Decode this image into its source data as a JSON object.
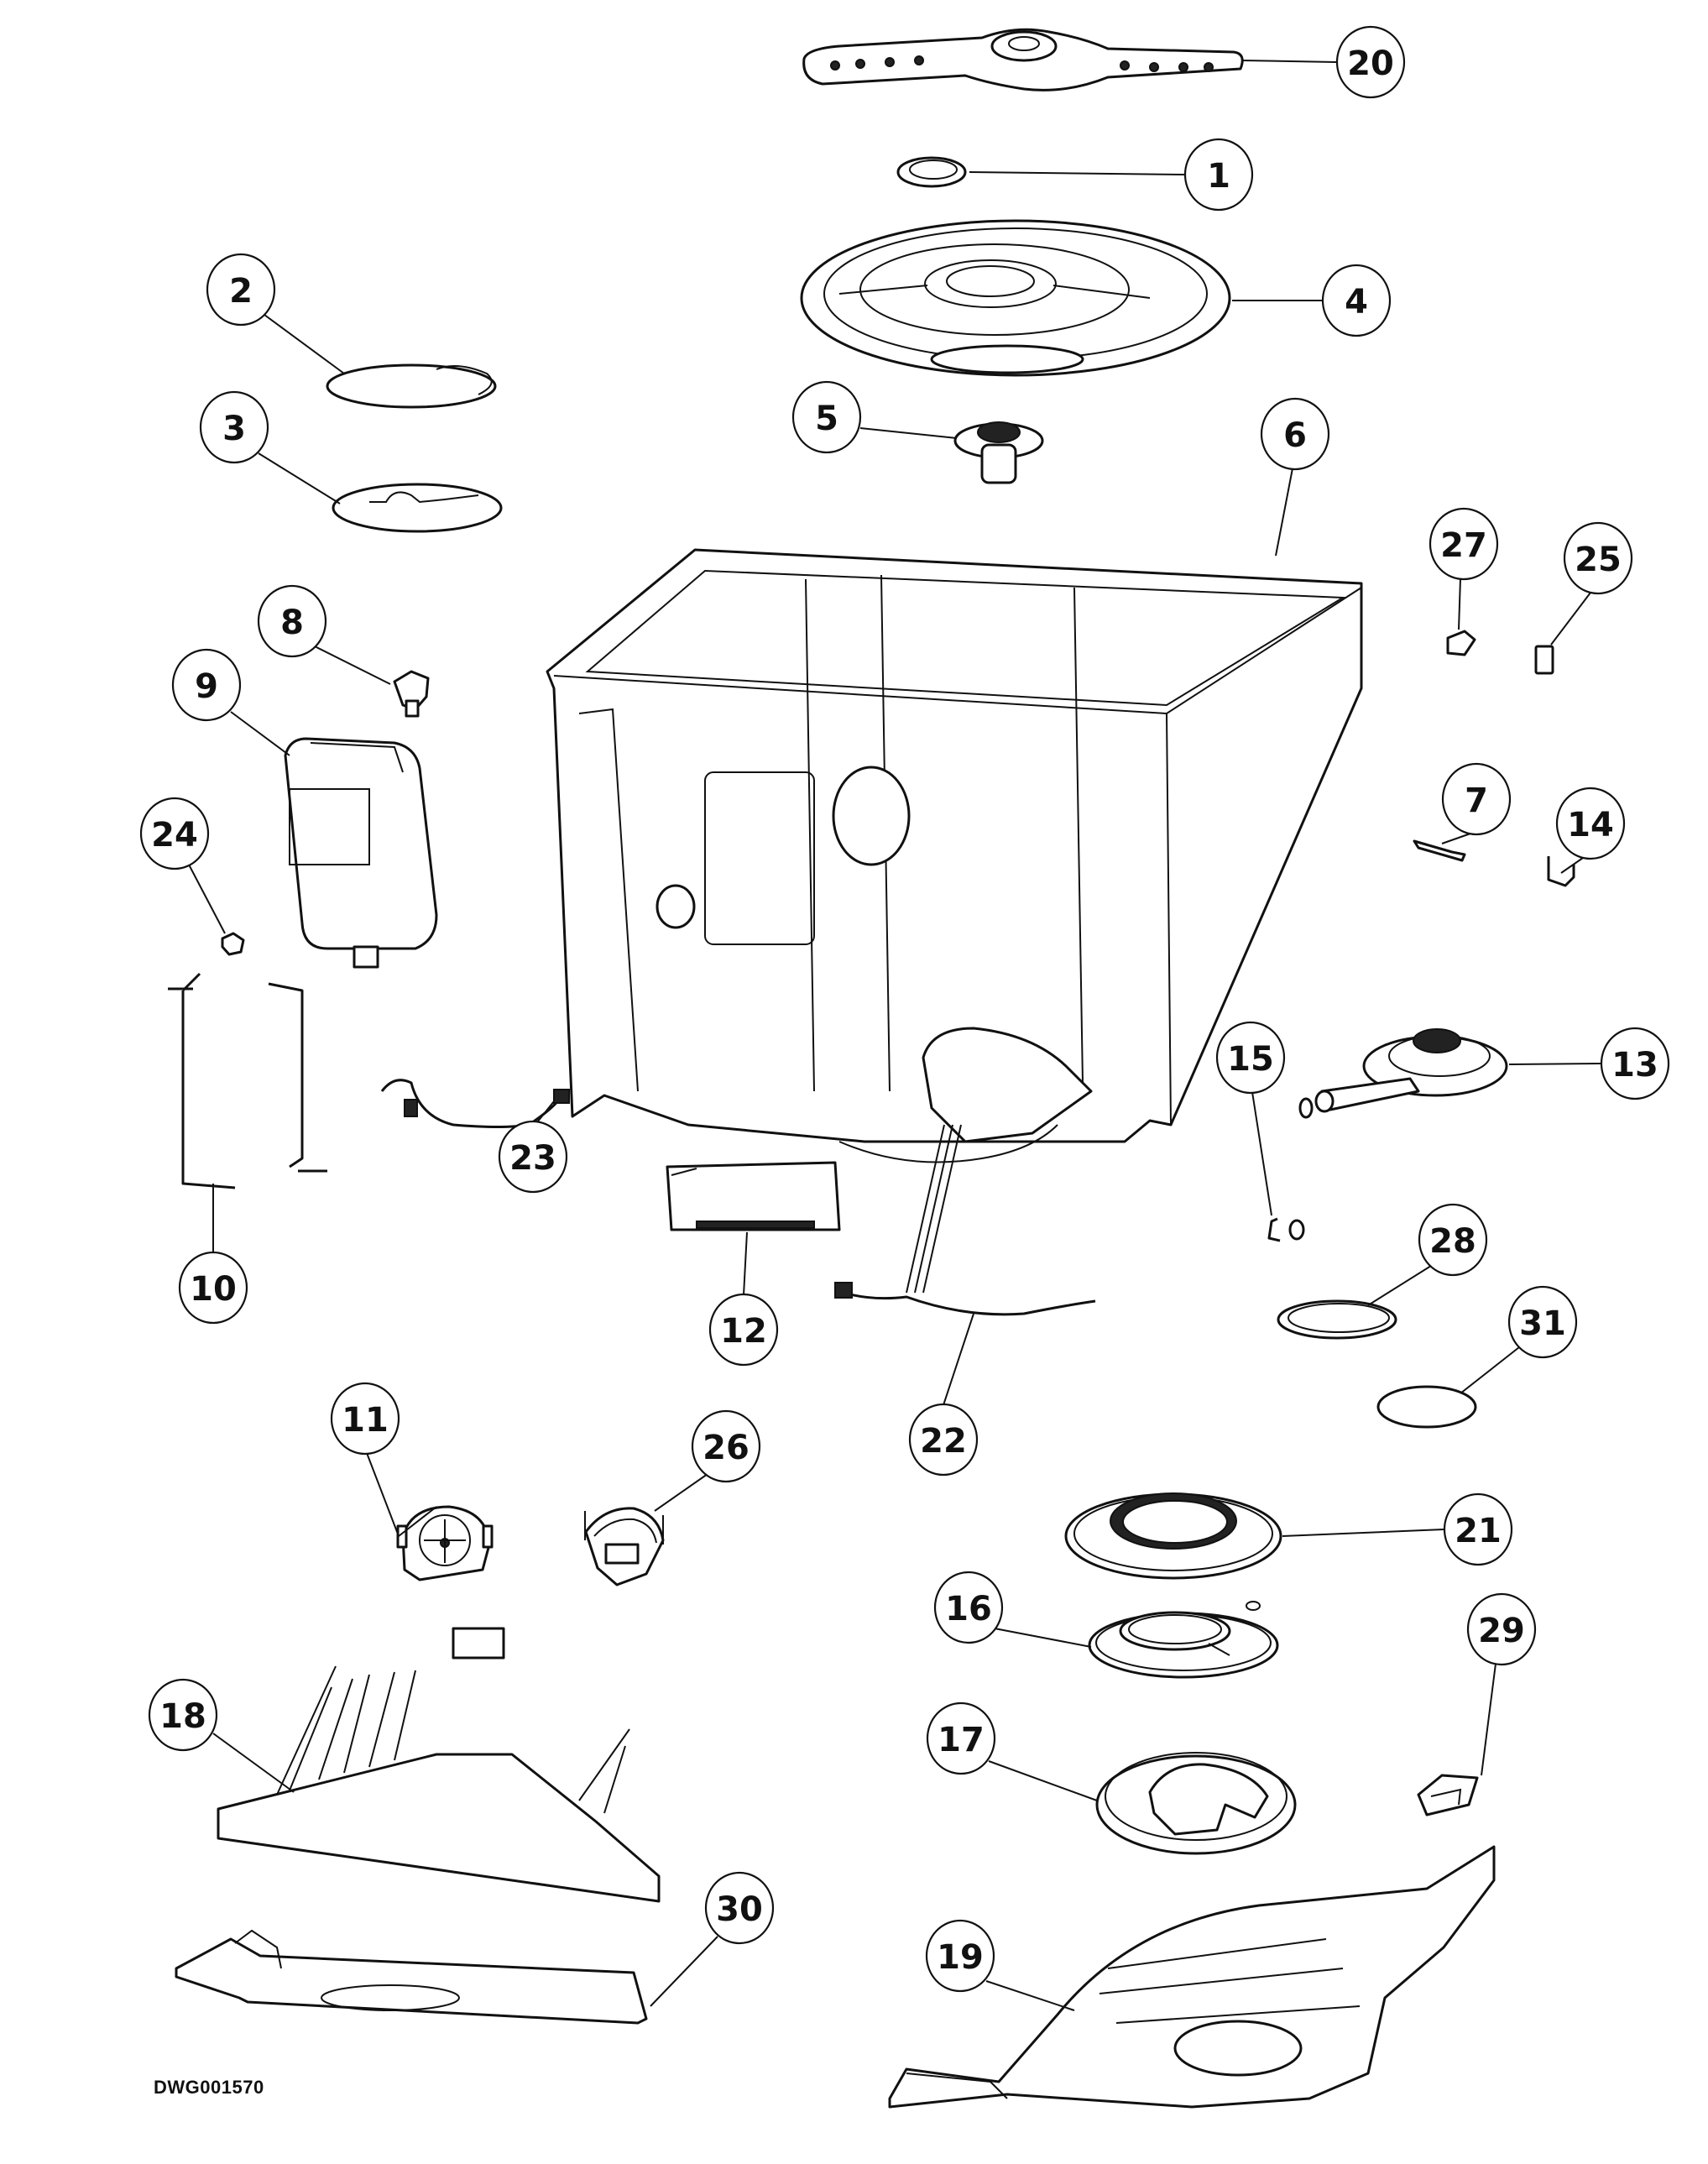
{
  "drawing": {
    "drawing_number": "DWG001570",
    "ink_color": "#111111",
    "background_color": "#ffffff"
  },
  "callouts": [
    {
      "label": "20",
      "part": "upper-spray-arm"
    },
    {
      "label": "1",
      "part": "ring-clip"
    },
    {
      "label": "4",
      "part": "round-filter-cover"
    },
    {
      "label": "2",
      "part": "oval-cap"
    },
    {
      "label": "3",
      "part": "oval-housing"
    },
    {
      "label": "5",
      "part": "spray-hub"
    },
    {
      "label": "6",
      "part": "tub-assembly"
    },
    {
      "label": "27",
      "part": "small-block"
    },
    {
      "label": "25",
      "part": "small-rectangular-pad"
    },
    {
      "label": "8",
      "part": "valve-fitting"
    },
    {
      "label": "9",
      "part": "control-box"
    },
    {
      "label": "7",
      "part": "pin-bracket"
    },
    {
      "label": "14",
      "part": "u-clip"
    },
    {
      "label": "24",
      "part": "small-nut"
    },
    {
      "label": "13",
      "part": "pump-assembly"
    },
    {
      "label": "15",
      "part": "o-rings"
    },
    {
      "label": "23",
      "part": "hose"
    },
    {
      "label": "10",
      "part": "side-brackets"
    },
    {
      "label": "12",
      "part": "control-board"
    },
    {
      "label": "28",
      "part": "retaining-ring"
    },
    {
      "label": "31",
      "part": "gasket-ring"
    },
    {
      "label": "22",
      "part": "wire-harness"
    },
    {
      "label": "11",
      "part": "fan-housing"
    },
    {
      "label": "26",
      "part": "bracket-housing"
    },
    {
      "label": "21",
      "part": "seal-plate"
    },
    {
      "label": "16",
      "part": "filter-plate"
    },
    {
      "label": "29",
      "part": "small-housing"
    },
    {
      "label": "18",
      "part": "front-panel"
    },
    {
      "label": "17",
      "part": "sump-cover"
    },
    {
      "label": "30",
      "part": "toe-kick"
    },
    {
      "label": "19",
      "part": "base-tray"
    }
  ]
}
